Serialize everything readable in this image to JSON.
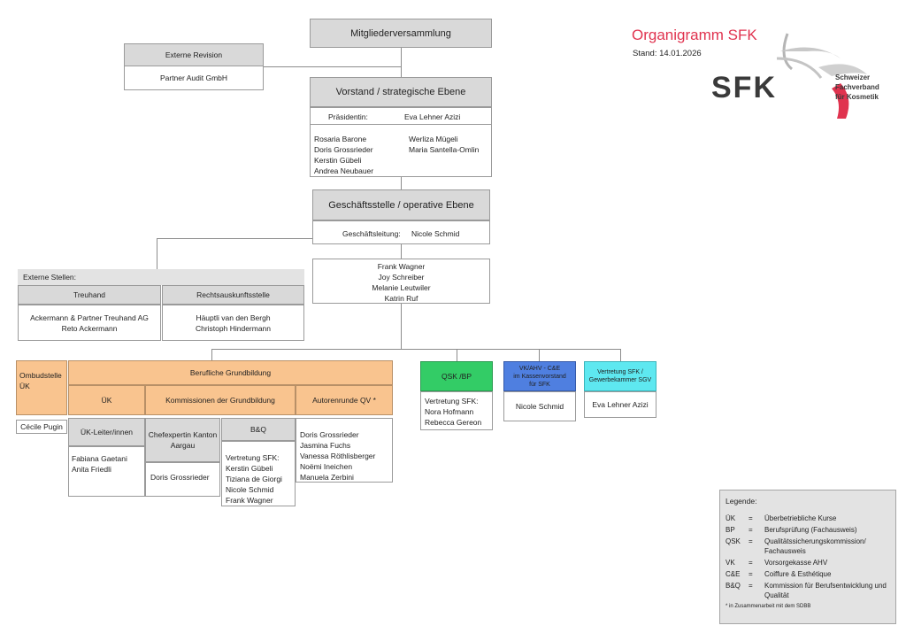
{
  "title": "Organigramm SFK",
  "stand": "Stand: 14.01.2026",
  "logo": {
    "text": "SFK",
    "line1": "Schweizer",
    "line2": "Fachverband",
    "line3": "für Kosmetik",
    "color_red": "#e0334f",
    "color_gray": "#b0b0b0",
    "color_dark": "#3a3a3a"
  },
  "mitglieder": "Mitgliederversammlung",
  "revision": {
    "header": "Externe Revision",
    "body": "Partner Audit GmbH"
  },
  "vorstand": {
    "header": "Vorstand / strategische Ebene",
    "praes_label": "Präsidentin:",
    "praes_name": "Eva Lehner Azizi",
    "col1": [
      "Rosaria Barone",
      "Doris Grossrieder",
      "Kerstin Gübeli",
      "Andrea Neubauer"
    ],
    "col2": [
      "Werliza Mügeli",
      "Maria Santella-Omlin"
    ]
  },
  "geschaeft": {
    "header": "Geschäftsstelle / operative Ebene",
    "leitung_label": "Geschäftsleitung:",
    "leitung_name": "Nicole Schmid",
    "staff": [
      "Frank Wagner",
      "Joy Schreiber",
      "Melanie Leutwiler",
      "Katrin Ruf"
    ]
  },
  "extern": {
    "label": "Externe Stellen:",
    "treuhand": {
      "header": "Treuhand",
      "lines": [
        "Ackermann & Partner Treuhand AG",
        "Reto Ackermann"
      ]
    },
    "recht": {
      "header": "Rechtsauskunftsstelle",
      "lines": [
        "Häuptli van den Bergh",
        "Christoph Hindermann"
      ]
    }
  },
  "ombud": {
    "header": "Ombudstelle ÜK",
    "body": "Cécile Pugin"
  },
  "grundbildung": {
    "header": "Berufliche Grundbildung",
    "uk": {
      "header": "ÜK",
      "sub_header": "ÜK-Leiter/innen",
      "lines": [
        "Fabiana Gaetani",
        "Anita Friedli"
      ]
    },
    "kommissionen": {
      "header": "Kommissionen der Grundbildung",
      "chef": {
        "header": "Chefexpertin Kanton Aargau",
        "body": "Doris Grossrieder"
      },
      "bq": {
        "header": "B&Q",
        "lines": [
          "Vertretung SFK:",
          "Kerstin Gübeli",
          "Tiziana de Giorgi",
          "Nicole Schmid",
          "Frank Wagner"
        ]
      }
    },
    "autoren": {
      "header": "Autorenrunde QV *",
      "lines": [
        "Doris Grossrieder",
        "Jasmina Fuchs",
        "Vanessa Röthlisberger",
        "Noëmi Ineichen",
        "Manuela Zerbini"
      ]
    }
  },
  "qsk": {
    "header": "QSK /BP",
    "lines": [
      "Vertretung SFK:",
      "Nora Hofmann",
      "Rebecca Gereon"
    ],
    "color": "#33cc66"
  },
  "vk": {
    "header_lines": [
      "VK/AHV - C&E",
      "im Kassenvorstand",
      "für SFK"
    ],
    "body": "Nicole Schmid",
    "color": "#4f7fe0"
  },
  "gewerbe": {
    "header_lines": [
      "Vertretung SFK /",
      "Gewerbekammer SGV"
    ],
    "body": "Eva Lehner Azizi",
    "color": "#5ee8f0"
  },
  "legend": {
    "title": "Legende:",
    "items": [
      {
        "abbr": "ÜK",
        "eq": "=",
        "desc": "Überbetriebliche Kurse"
      },
      {
        "abbr": "BP",
        "eq": "=",
        "desc": "Berufsprüfung (Fachausweis)"
      },
      {
        "abbr": "QSK",
        "eq": "=",
        "desc": "Qualitätssicherungskommission/ Fachausweis"
      },
      {
        "abbr": "VK",
        "eq": "=",
        "desc": "Vorsorgekasse AHV"
      },
      {
        "abbr": "C&E",
        "eq": "=",
        "desc": "Coiffure & Esthétique"
      },
      {
        "abbr": "B&Q",
        "eq": "=",
        "desc": "Kommission für Berufsentwicklung und Qualität"
      }
    ],
    "note": "* in Zusammenarbeit mit dem SDBB"
  }
}
